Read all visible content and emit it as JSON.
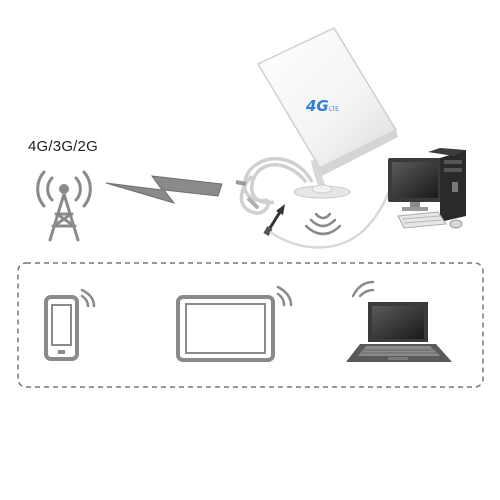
{
  "network_label": "4G/3G/2G",
  "antenna": {
    "logo_main": "4G",
    "logo_sub": "LTE"
  },
  "icons": {
    "tower": "cell-tower-icon",
    "signal": "lightning-signal-icon",
    "phone": "smartphone-icon",
    "tablet": "tablet-icon",
    "laptop": "laptop-icon",
    "desktop": "desktop-computer-icon"
  },
  "colors": {
    "icon_gray": "#8a8a8a",
    "dashed_border": "#777777",
    "logo_blue": "#2f7fd6"
  }
}
